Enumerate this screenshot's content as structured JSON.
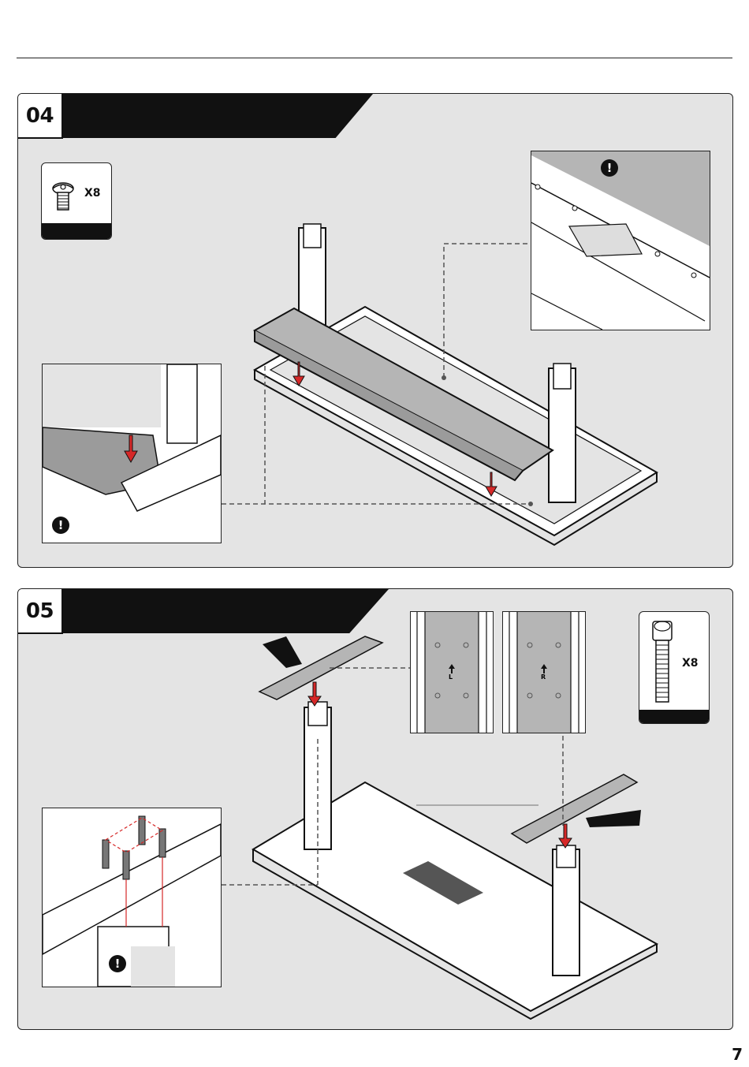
{
  "page": {
    "number": "7"
  },
  "steps": [
    {
      "number": "04",
      "part": {
        "icon": "button-head-screw-icon",
        "quantity": "X8"
      },
      "warning_glyph": "!"
    },
    {
      "number": "05",
      "part": {
        "icon": "socket-head-bolt-icon",
        "quantity": "X8"
      },
      "orientation_labels": {
        "left": "L",
        "right": "R"
      },
      "warning_glyph": "!"
    }
  ],
  "colors": {
    "panel_bg": "#e4e4e4",
    "header_bar": "#111111",
    "arrow": "#d62828",
    "part_fill": "#b5b5b5"
  }
}
